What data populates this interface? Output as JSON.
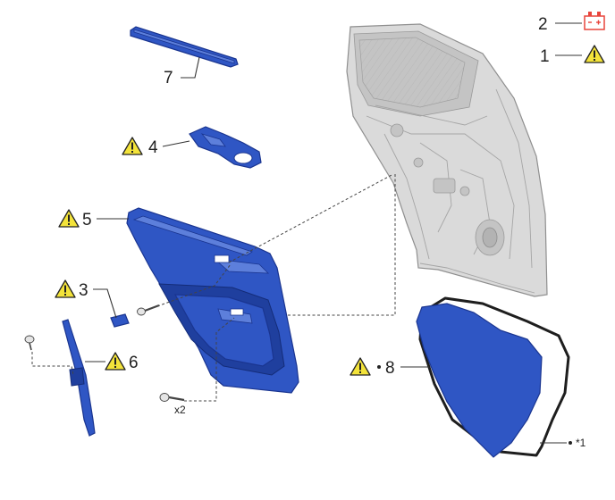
{
  "colors": {
    "part_fill": "#2f56c4",
    "caution_fill": "#f3e33a",
    "battery_icon": "#e8453c",
    "frame_gray": "#d9d9d9"
  },
  "icons": [
    "caution-triangle-icon",
    "battery-icon"
  ],
  "callouts": {
    "c1": "1",
    "c2": "2",
    "c3": "3",
    "c4": "4",
    "c5": "5",
    "c6": "6",
    "c7": "7",
    "c8": "8"
  },
  "notes": {
    "qty": "x2",
    "star1": "*1"
  }
}
